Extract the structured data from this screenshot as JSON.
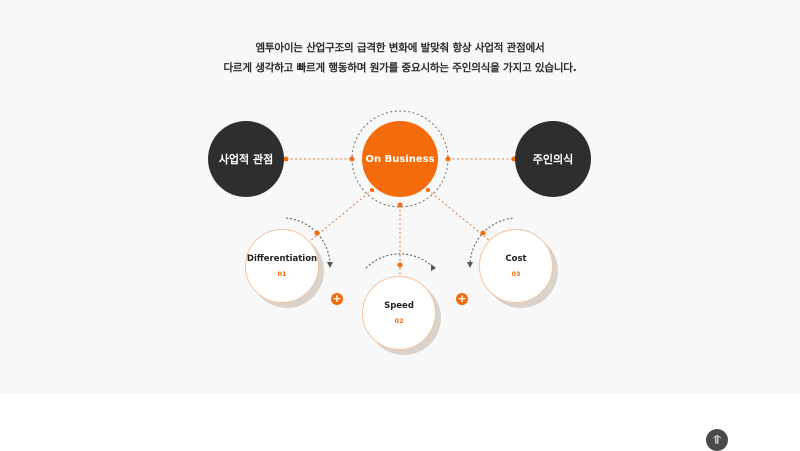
{
  "intro": {
    "line1": "엠투아이는 산업구조의 급격한 변화에 발맞춰 항상 사업적 관점에서",
    "line2": "다르게 생각하고 빠르게 행동하며 원가를 중요시하는 주인의식을 가지고 있습니다."
  },
  "diagram": {
    "left_node": "사업적 관점",
    "center_node": "On Business",
    "right_node": "주인의식",
    "items": [
      {
        "label": "Differentiation",
        "number": "01"
      },
      {
        "label": "Speed",
        "number": "02"
      },
      {
        "label": "Cost",
        "number": "03"
      }
    ],
    "plus_symbol": "+"
  },
  "top_button": {
    "icon": "arrow-up-icon",
    "glyph": "⥣"
  },
  "colors": {
    "accent": "#f36b0b",
    "dark": "#2e2e2e",
    "panel": "#f8f8f8"
  }
}
